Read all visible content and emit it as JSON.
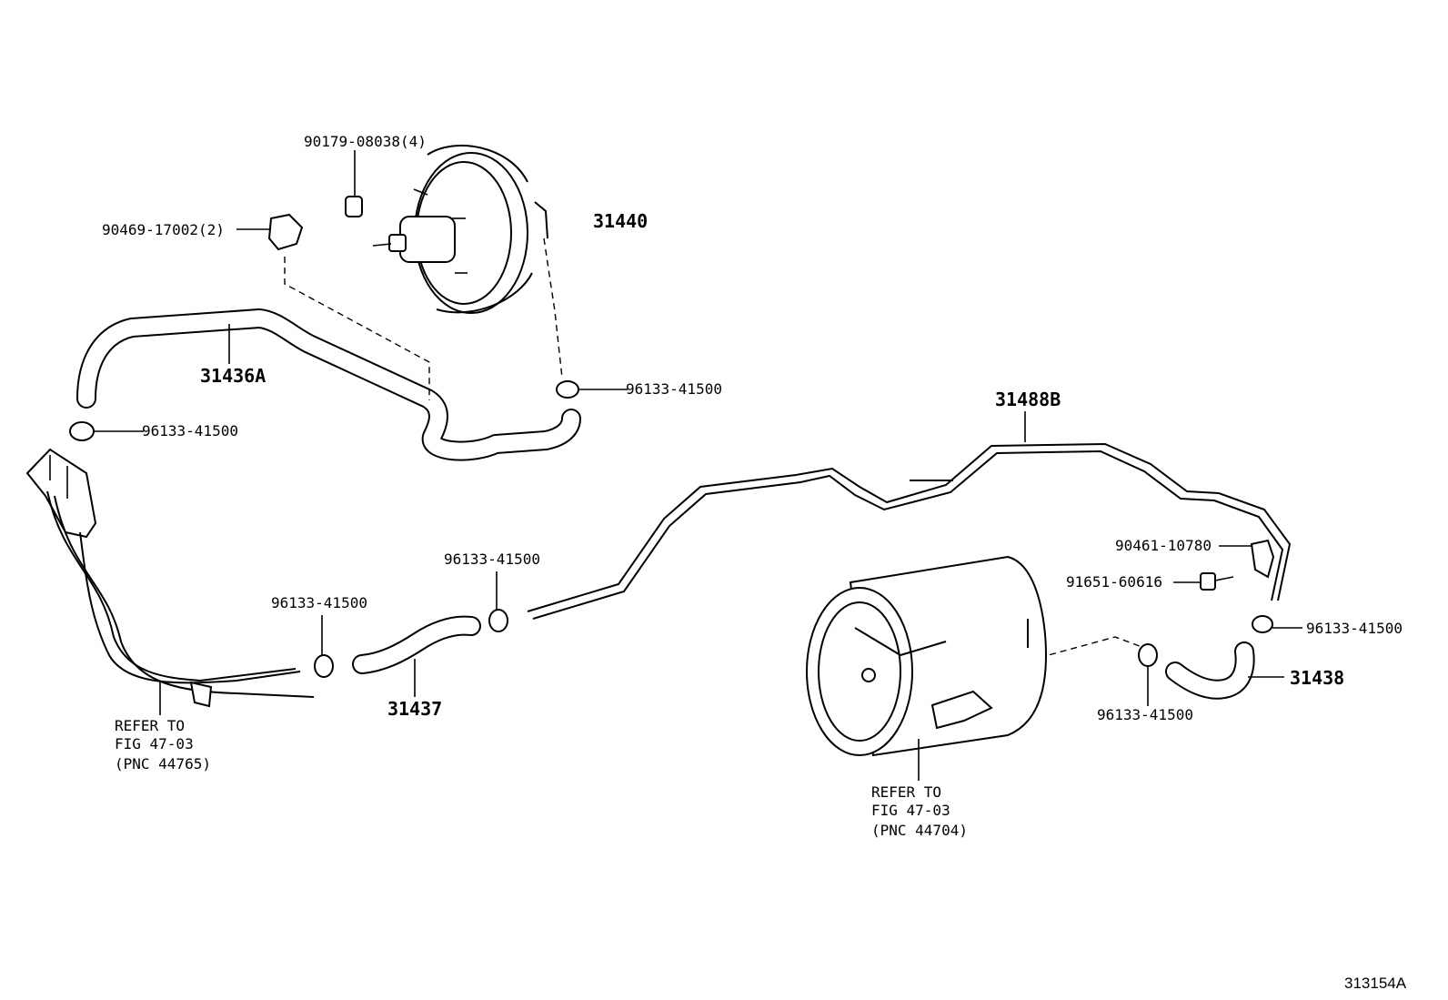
{
  "labels": {
    "nut_90179": "90179-08038(4)",
    "clip_90469": "90469-17002(2)",
    "booster_31440": "31440",
    "hose_31436A": "31436A",
    "clamp_a": "96133-41500",
    "clamp_b": "96133-41500",
    "clamp_c": "96133-41500",
    "clamp_d": "96133-41500",
    "clamp_e": "96133-41500",
    "clamp_f": "96133-41500",
    "tube_31488B": "31488B",
    "clamp_90461": "90461-10780",
    "bolt_91651": "91651-60616",
    "hose_31438": "31438",
    "hose_31437": "31437"
  },
  "refs": {
    "left": [
      "REFER TO",
      "FIG 47-03",
      "(PNC 44765)"
    ],
    "right": [
      "REFER TO",
      "FIG 47-03",
      "(PNC 44704)"
    ]
  },
  "figure_code": "313154A"
}
